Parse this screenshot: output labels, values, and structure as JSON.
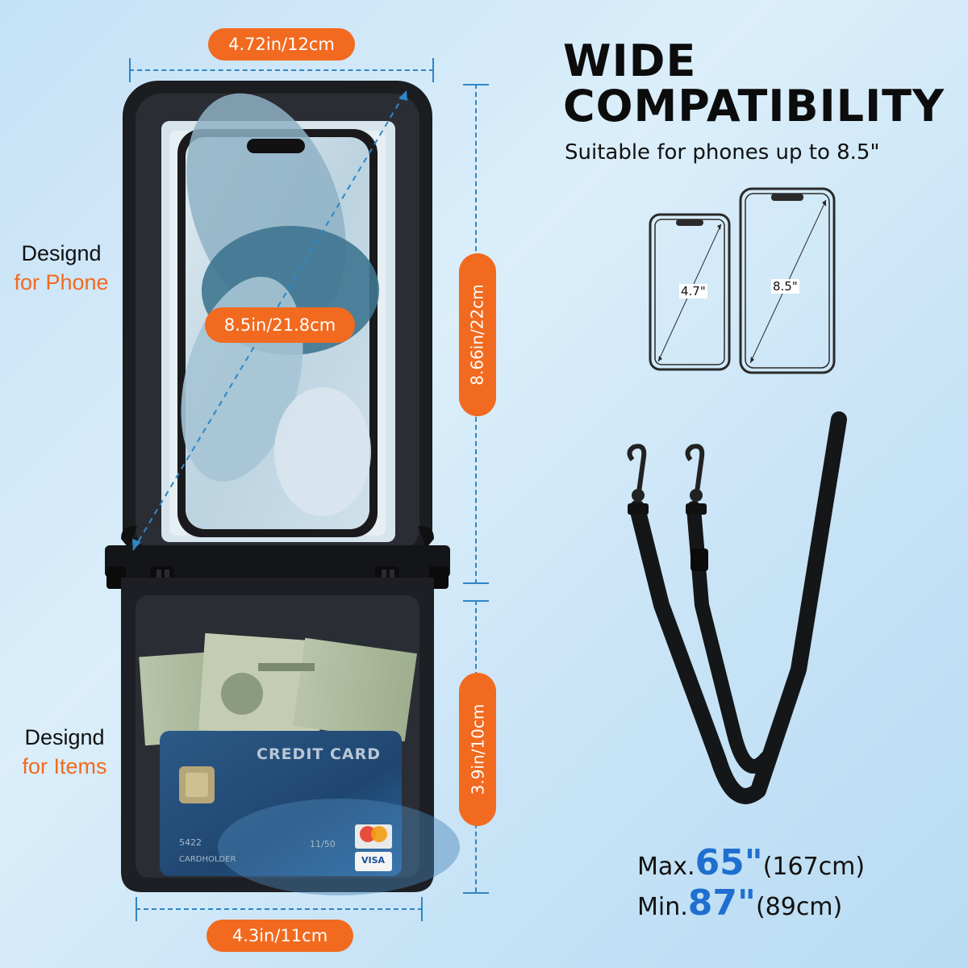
{
  "dimensions": {
    "top_width": "4.72in/12cm",
    "diagonal": "8.5in/21.8cm",
    "upper_height": "8.66in/22cm",
    "lower_height": "3.9in/10cm",
    "bottom_width": "4.3in/11cm"
  },
  "labels": {
    "phone_line1": "Designd",
    "phone_line2": "for Phone",
    "items_line1": "Designd",
    "items_line2": "for Items"
  },
  "headline": {
    "line1": "WIDE",
    "line2": "COMPATIBILITY"
  },
  "subheadline": "Suitable for phones up to 8.5\"",
  "phone_sizes": {
    "small": "4.7\"",
    "large": "8.5\""
  },
  "card": {
    "title": "CREDIT CARD",
    "number": "5422",
    "expiry": "11/50",
    "holder": "CARDHOLDER",
    "brand": "VISA"
  },
  "lanyard": {
    "max_label": "Max.",
    "max_value": "65\"",
    "max_metric": "(167cm)",
    "min_label": "Min.",
    "min_value": "87\"",
    "min_metric": "(89cm)"
  },
  "colors": {
    "accent": "#f26a1f",
    "dimension_line": "#2f86c7",
    "value_blue": "#1f6fd0"
  }
}
